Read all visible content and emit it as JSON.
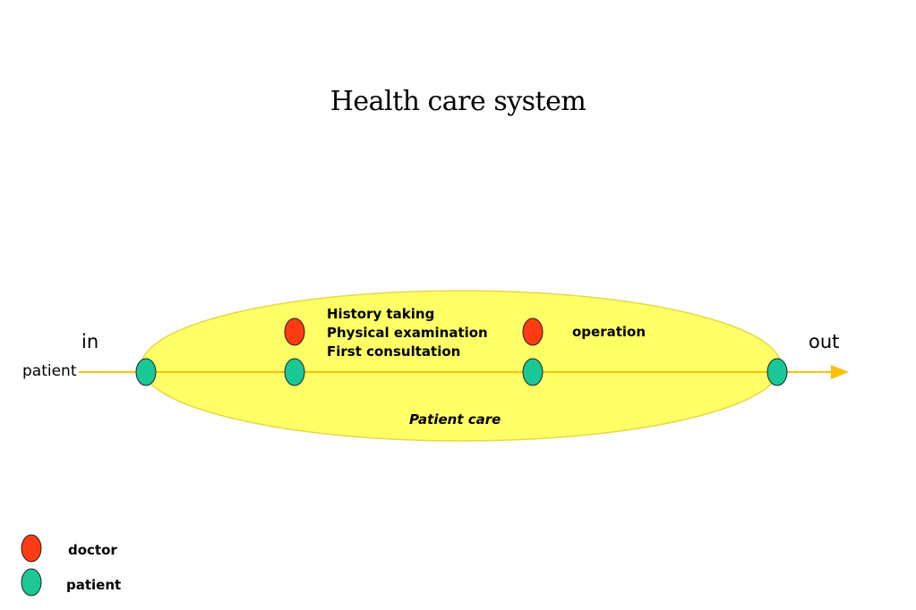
{
  "title": "Health care system",
  "labels": {
    "in": "in",
    "out": "out",
    "patient_flow": "patient",
    "stage_one_lines": [
      "History taking",
      "Physical examination",
      "First consultation"
    ],
    "stage_two": "operation",
    "region": "Patient care"
  },
  "legend": {
    "doctor": "doctor",
    "patient": "patient"
  },
  "colors": {
    "doctor": "#ff3b14",
    "patient": "#19c896",
    "region_fill": "#ffff66",
    "region_stroke": "#e6d84a",
    "flow_line": "#ffc000"
  }
}
